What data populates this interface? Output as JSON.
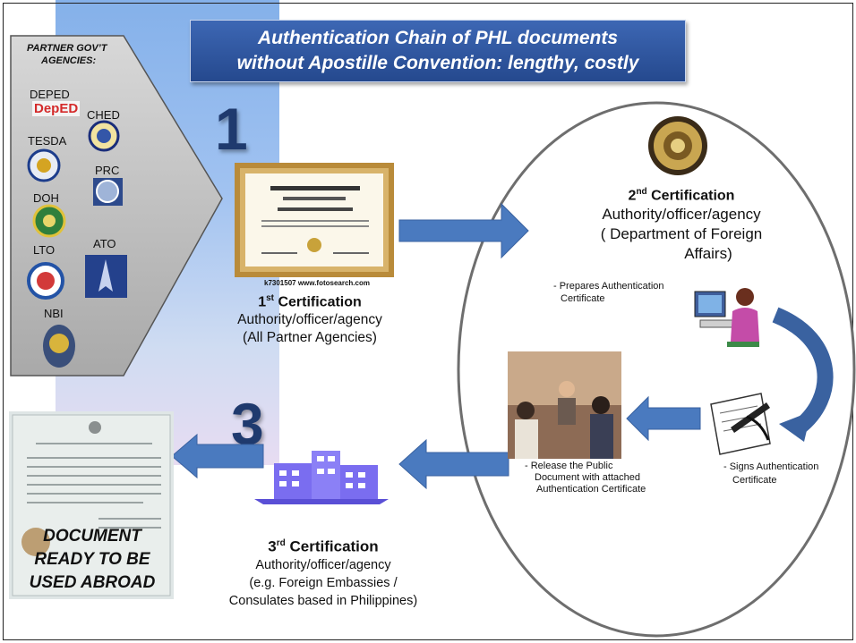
{
  "title": {
    "line1": "Authentication Chain of PHL documents",
    "line2": "without Apostille Convention: lengthy, costly"
  },
  "partner_panel": {
    "heading_line1": "PARTNER GOV’T",
    "heading_line2": "AGENCIES:",
    "agencies": [
      "DEPED",
      "CHED",
      "TESDA",
      "PRC",
      "DOH",
      "LTO",
      "ATO",
      "NBI"
    ],
    "deped_logo_text": "DepED"
  },
  "steps": {
    "step1": {
      "number": "1",
      "heading": "Certification",
      "ordinal_num": "1",
      "ordinal_sup": "st",
      "line1": "Authority/officer/agency",
      "line2": "(All Partner Agencies)"
    },
    "step2": {
      "number": "2",
      "heading": "Certification",
      "ordinal_num": "2",
      "ordinal_sup": "nd",
      "line1": "Authority/officer/agency",
      "line2": "( Department of Foreign",
      "line3": "Affairs)",
      "tasks": {
        "prepare_line1": "- Prepares Authentication",
        "prepare_line2": "Certificate",
        "sign_line1": "- Signs Authentication",
        "sign_line2": "Certificate",
        "release_line1": "-  Release the Public",
        "release_line2": "Document with attached",
        "release_line3": "Authentication Certificate"
      }
    },
    "step3": {
      "number": "3",
      "heading": "Certification",
      "ordinal_num": "3",
      "ordinal_sup": "rd",
      "line1": "Authority/officer/agency",
      "line2": "(e.g.  Foreign Embassies /",
      "line3": "Consulates based in Philippines)"
    }
  },
  "final_document": {
    "line1": "DOCUMENT",
    "line2": "READY TO BE",
    "line3": "USED ABROAD"
  },
  "diploma_caption": "k7301507 www.fotosearch.com",
  "colors": {
    "title_bg": "#2f5aa3",
    "arrow_blue": "#4a7abf",
    "number_navy": "#1f3a6e",
    "panel_gray": "#bfbfbf"
  }
}
